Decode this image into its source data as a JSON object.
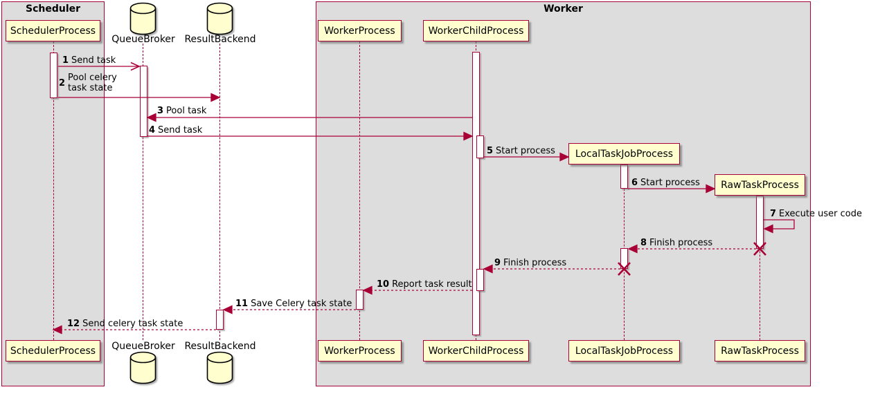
{
  "frames": [
    {
      "title": "Scheduler"
    },
    {
      "title": "Worker"
    }
  ],
  "participants": [
    {
      "name": "SchedulerProcess",
      "kind": "process"
    },
    {
      "name": "QueueBroker",
      "kind": "database"
    },
    {
      "name": "ResultBackend",
      "kind": "database"
    },
    {
      "name": "WorkerProcess",
      "kind": "process"
    },
    {
      "name": "WorkerChildProcess",
      "kind": "process"
    },
    {
      "name": "LocalTaskJobProcess",
      "kind": "process"
    },
    {
      "name": "RawTaskProcess",
      "kind": "process"
    }
  ],
  "messages": [
    {
      "num": "1",
      "text": "Send task",
      "from": "SchedulerProcess",
      "to": "QueueBroker",
      "line": "solid",
      "head": "open"
    },
    {
      "num": "2",
      "text": "Pool celery\ntask state",
      "from": "SchedulerProcess",
      "to": "ResultBackend",
      "line": "solid",
      "head": "filled"
    },
    {
      "num": "3",
      "text": "Pool task",
      "from": "WorkerChildProcess",
      "to": "QueueBroker",
      "line": "solid",
      "head": "filled"
    },
    {
      "num": "4",
      "text": "Send task",
      "from": "QueueBroker",
      "to": "WorkerChildProcess",
      "line": "solid",
      "head": "filled"
    },
    {
      "num": "5",
      "text": "Start process",
      "from": "WorkerChildProcess",
      "to": "LocalTaskJobProcess",
      "line": "solid",
      "head": "filled"
    },
    {
      "num": "6",
      "text": "Start process",
      "from": "LocalTaskJobProcess",
      "to": "RawTaskProcess",
      "line": "solid",
      "head": "filled"
    },
    {
      "num": "7",
      "text": "Execute user code",
      "from": "RawTaskProcess",
      "to": "RawTaskProcess",
      "line": "solid",
      "head": "filled"
    },
    {
      "num": "8",
      "text": "Finish process",
      "from": "RawTaskProcess",
      "to": "LocalTaskJobProcess",
      "line": "dashed",
      "head": "filled"
    },
    {
      "num": "9",
      "text": "Finish process",
      "from": "LocalTaskJobProcess",
      "to": "WorkerChildProcess",
      "line": "dashed",
      "head": "filled"
    },
    {
      "num": "10",
      "text": "Report task result",
      "from": "WorkerChildProcess",
      "to": "WorkerProcess",
      "line": "dashed",
      "head": "filled"
    },
    {
      "num": "11",
      "text": "Save Celery task state",
      "from": "WorkerProcess",
      "to": "ResultBackend",
      "line": "dashed",
      "head": "filled"
    },
    {
      "num": "12",
      "text": "Send celery task state",
      "from": "ResultBackend",
      "to": "SchedulerProcess",
      "line": "dashed",
      "head": "filled"
    }
  ],
  "colors": {
    "accent": "#A80036",
    "participant_fill": "#FEFECE",
    "frame_fill": "#DDDDDD",
    "activation_fill": "#FFFFFF",
    "background": "#FFFFFF"
  }
}
